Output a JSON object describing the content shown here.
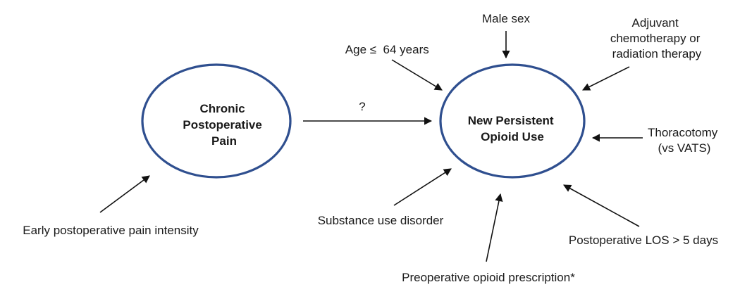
{
  "nodes": {
    "chronic_pain": {
      "lines": [
        "Chronic",
        "Postoperative",
        "Pain"
      ]
    },
    "npou": {
      "lines": [
        "New Persistent",
        "Opioid Use"
      ]
    }
  },
  "edge_label": "?",
  "factors": {
    "early_pain": {
      "lines": [
        "Early postoperative pain intensity"
      ]
    },
    "age": {
      "lines": [
        "Age ≤  64 years"
      ]
    },
    "male_sex": {
      "lines": [
        "Male sex"
      ]
    },
    "adjuvant": {
      "lines": [
        "Adjuvant",
        "chemotherapy or",
        "radiation therapy"
      ]
    },
    "thoracotomy": {
      "lines": [
        "Thoracotomy",
        "(vs VATS)"
      ]
    },
    "substance_use": {
      "lines": [
        "Substance use disorder"
      ]
    },
    "preop_opioid": {
      "lines": [
        "Preoperative opioid prescription*"
      ]
    },
    "los": {
      "lines": [
        "Postoperative LOS > 5 days"
      ]
    }
  },
  "colors": {
    "ellipse_stroke": "#2f4f8f",
    "arrow": "#111111"
  }
}
